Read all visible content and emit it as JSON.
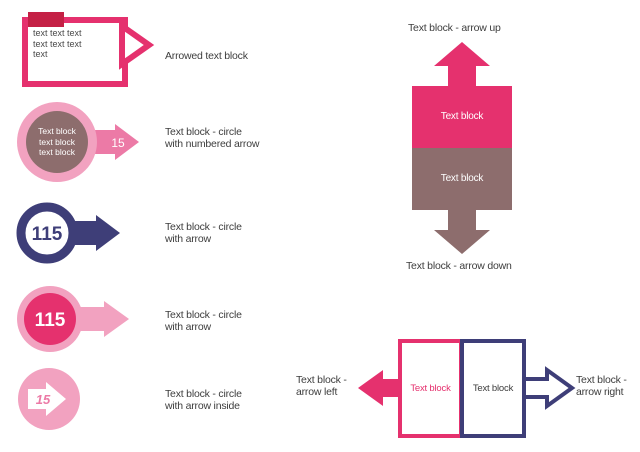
{
  "palette": {
    "magenta": "#e5316e",
    "light_pink": "#f2a2c0",
    "mid_pink": "#ec7aa6",
    "crimson": "#c42045",
    "mauve": "#8d6d6d",
    "indigo": "#3e3e78",
    "label_text": "#3d3d3d"
  },
  "left_column": {
    "items": [
      {
        "label": "Arrowed text block",
        "content": "text text text\ntext text text\ntext"
      },
      {
        "label": "Text block - circle\nwith numbered arrow",
        "content": "Text block\ntext block\ntext block",
        "number": "15"
      },
      {
        "label": "Text block - circle\nwith arrow",
        "number": "115"
      },
      {
        "label": "Text block - circle\nwith arrow",
        "number": "115"
      },
      {
        "label": "Text block - circle\nwith arrow inside",
        "number": "15"
      }
    ]
  },
  "arrow_stack": {
    "top_label": "Text block - arrow up",
    "top_block": "Text block",
    "bottom_block": "Text block",
    "bottom_label": "Text block - arrow down"
  },
  "arrow_row": {
    "left_label": "Text block -\narrow left",
    "left_block": "Text block",
    "right_block": "Text block",
    "right_label": "Text block -\narrow right"
  }
}
